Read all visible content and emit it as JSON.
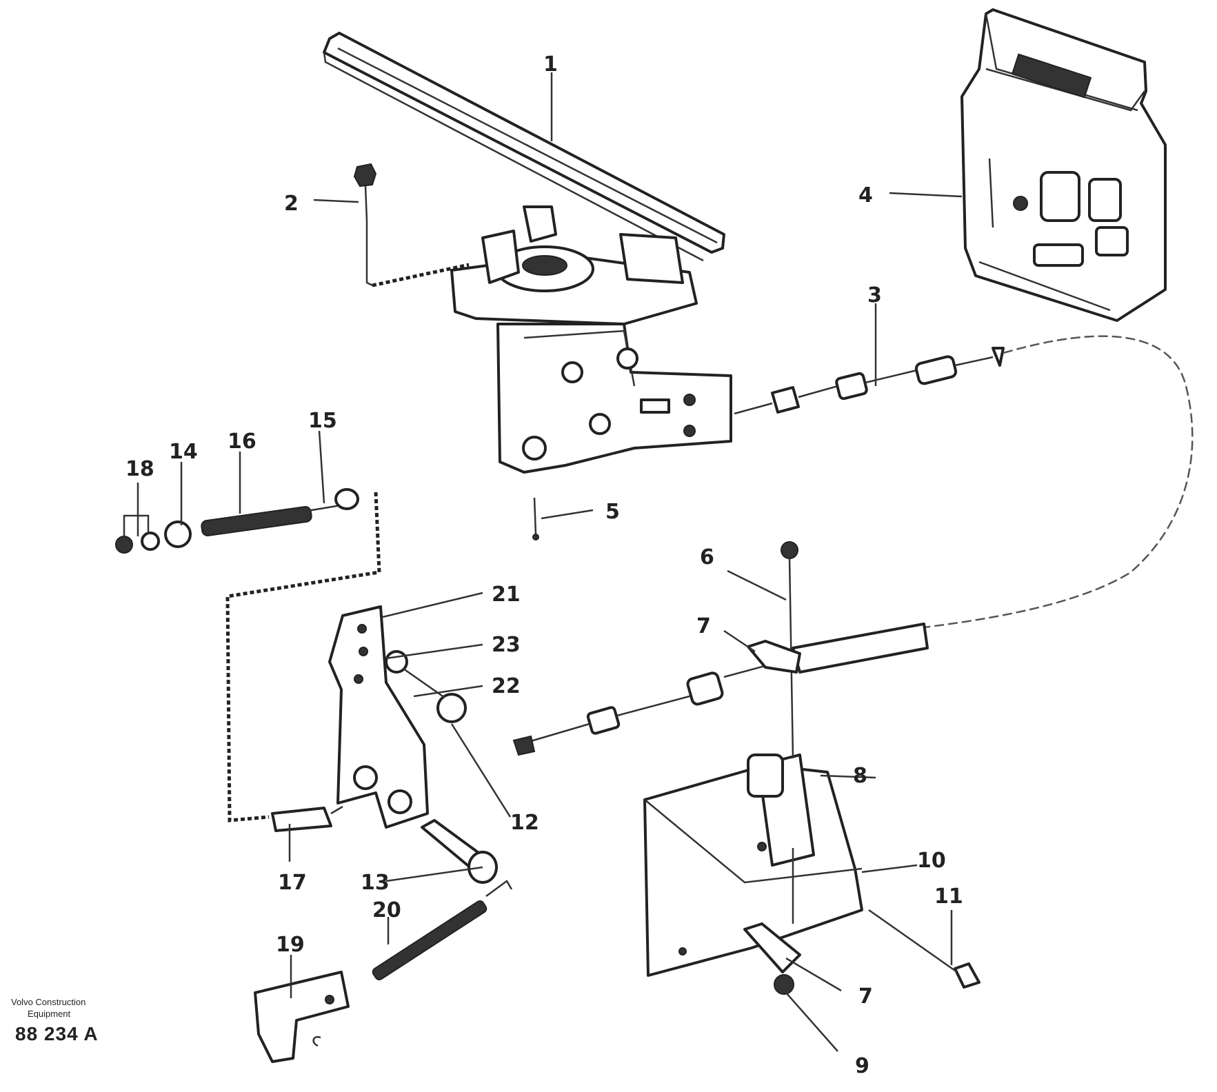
{
  "diagram": {
    "labels": {
      "l1": "1",
      "l2": "2",
      "l3": "3",
      "l4": "4",
      "l5": "5",
      "l6": "6",
      "l7a": "7",
      "l7b": "7",
      "l8": "8",
      "l9": "9",
      "l10": "10",
      "l11": "11",
      "l12": "12",
      "l13": "13",
      "l14": "14",
      "l15": "15",
      "l16": "16",
      "l17": "17",
      "l18": "18",
      "l19": "19",
      "l20": "20",
      "l21": "21",
      "l22": "22",
      "l23": "23"
    }
  },
  "footer": {
    "company": "Volvo Construction",
    "sub": "Equipment",
    "reference": "88 234 A"
  }
}
